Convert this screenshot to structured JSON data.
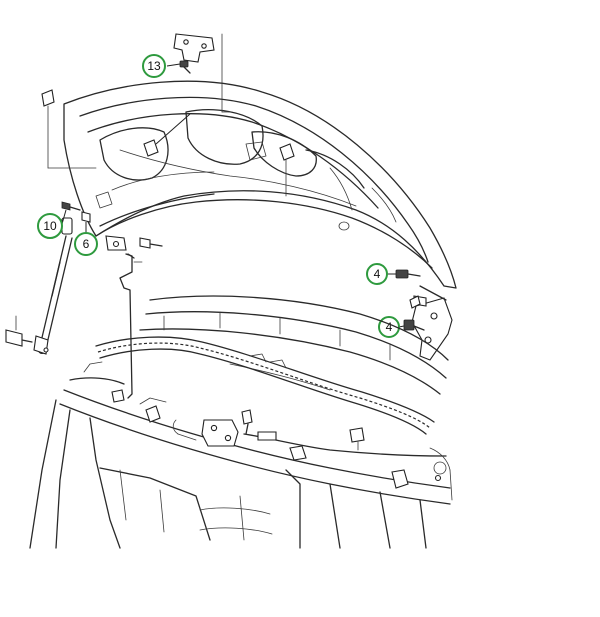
{
  "callouts": {
    "c13": "13",
    "c10": "10",
    "c6": "6",
    "c4a": "4",
    "c4b": "4"
  },
  "colors": {
    "callout_ring": "#2e9a3e",
    "line": "#2a2a2a",
    "background": "#ffffff"
  }
}
